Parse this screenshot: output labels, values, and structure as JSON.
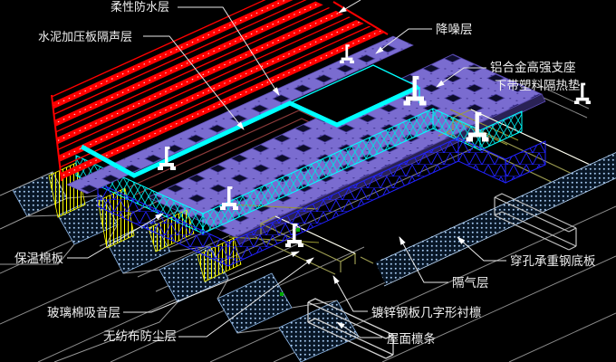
{
  "diagram": {
    "type": "cad-roof-assembly-axonometric-detail",
    "background_color": "#000000",
    "colors": {
      "waterproof_red": "#ff0000",
      "noise_layer_cyan": "#00ffff",
      "cement_board_purple": "#7a6cd0",
      "mesh_cyan": "#00e0e0",
      "mesh_blue": "#2222ff",
      "insulation_yellow": "#ffff00",
      "deck_light_blue": "#a9cdf4",
      "purlin_gray": "#d0d0d0",
      "hat_channel_olive": "#9a9a50",
      "maroon_outline": "#8b3a3a",
      "leader_white": "#e8e8e8"
    },
    "labels": {
      "flexible_waterproof": {
        "text": "柔性防水层"
      },
      "cement_board_sound": {
        "text": "水泥加压板隔声层"
      },
      "noise_reduction": {
        "text": "降噪层"
      },
      "support_line1": {
        "text": "铝合金高强支座"
      },
      "support_line2": {
        "text": "下带塑料隔热垫"
      },
      "insulation_board": {
        "text": "保温棉板"
      },
      "glass_wool_sound": {
        "text": "玻璃棉吸音层"
      },
      "nonwoven_dust": {
        "text": "无纺布防尘层"
      },
      "vapor_barrier": {
        "text": "隔气层"
      },
      "perforated_deck": {
        "text": "穿孔承重钢底板"
      },
      "galvanized_hat_channel": {
        "text": "镀锌钢板几字形衬檩"
      },
      "roof_purlin": {
        "text": "屋面檩条"
      }
    }
  }
}
